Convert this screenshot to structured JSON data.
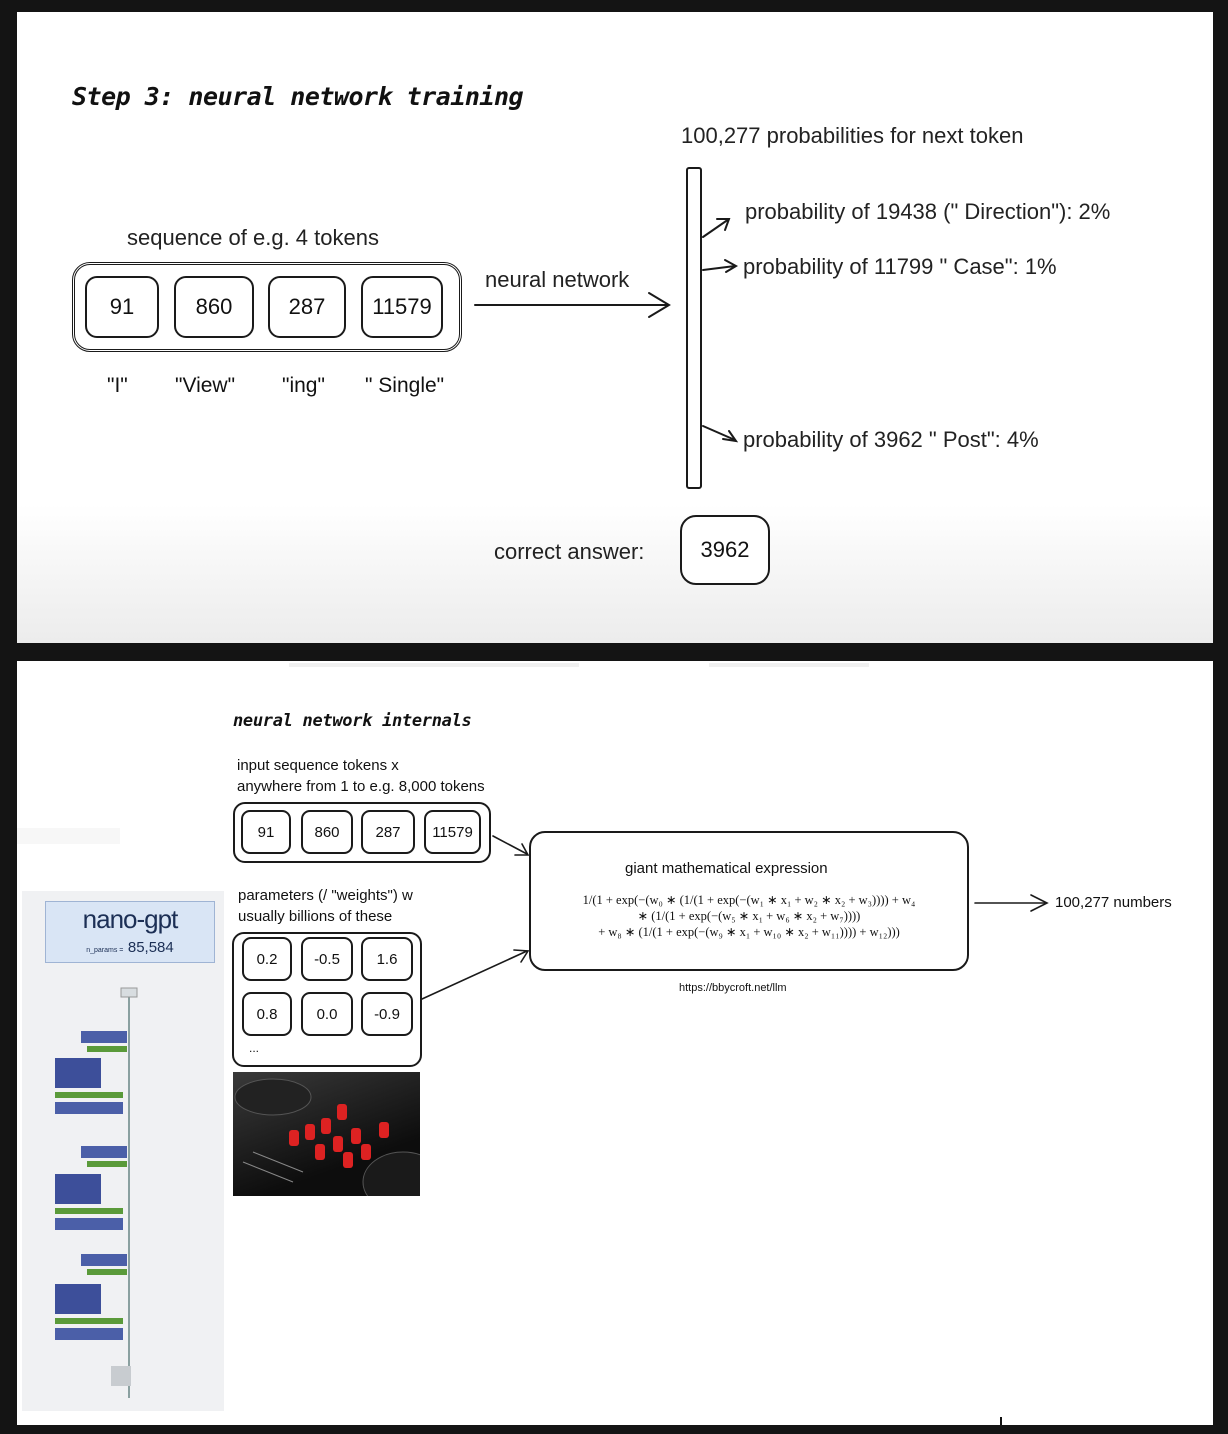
{
  "top": {
    "title": "Step 3: neural network training",
    "sequence_label": "sequence of e.g. 4 tokens",
    "tokens": [
      "91",
      "860",
      "287",
      "11579"
    ],
    "token_strings": [
      "\"I\"",
      "\"View\"",
      "\"ing\"",
      "\" Single\""
    ],
    "nn_label": "neural network",
    "prob_header": "100,277 probabilities for next token",
    "probs": [
      "probability of 19438 (\" Direction\"): 2%",
      "probability of 11799 \" Case\": 1%",
      "probability of 3962 \" Post\": 4%"
    ],
    "correct_label": "correct answer:",
    "correct_value": "3962"
  },
  "bottom": {
    "title": "neural network internals",
    "input_label_1": "input sequence tokens x",
    "input_label_2": "anywhere from 1 to e.g. 8,000 tokens",
    "tokens": [
      "91",
      "860",
      "287",
      "11579"
    ],
    "param_label_1": "parameters (/ \"weights\") w",
    "param_label_2": "usually billions of these",
    "params_row1": [
      "0.2",
      "-0.5",
      "1.6"
    ],
    "params_row2": [
      "0.8",
      "0.0",
      "-0.9"
    ],
    "params_ellipsis": "...",
    "expr_title": "giant mathematical expression",
    "expr_line1": "1/(1 + exp(−(w₀ ∗ (1/(1 + exp(−(w₁ ∗ x₁ + w₂ ∗ x₂ + w₃)))) + w₄",
    "expr_line2": "∗ (1/(1 + exp(−(w₅ ∗ x₁ + w₆ ∗ x₂ + w₇))))",
    "expr_line3": "+ w₈ ∗ (1/(1 + exp(−(w₉ ∗ x₁ + w₁₀ ∗ x₂ + w₁₁)))) + w₁₂)))",
    "output_label": "100,277 numbers",
    "url": "https://bbycroft.net/llm",
    "nanogpt_title": "nano-gpt",
    "nanogpt_params_label": "n_params =",
    "nanogpt_params_value": "85,584"
  }
}
